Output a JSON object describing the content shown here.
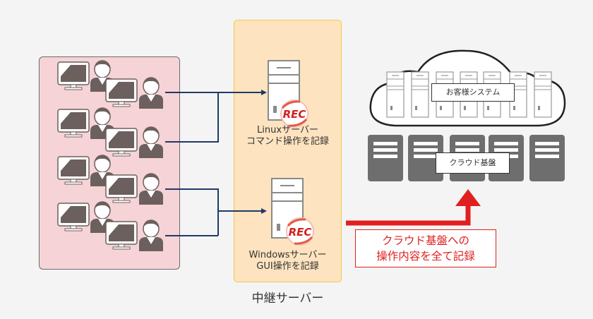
{
  "colors": {
    "client_panel_bg": "#f6d3d6",
    "relay_panel_bg": "#fde3bf",
    "relay_panel_border": "#f0c94a",
    "connector_line": "#1f3a66",
    "highlight_red": "#e02020",
    "icon_dark": "#6b605d",
    "cloud_server_dark": "#6e6e6e"
  },
  "clients": {
    "groups": 4,
    "icons_per_group": [
      "monitor-icon",
      "user-icon",
      "monitor-icon",
      "user-icon"
    ]
  },
  "relay": {
    "title": "中継サーバー",
    "servers": [
      {
        "name": "linux",
        "badge": "REC",
        "line1": "Linuxサーバー",
        "line2": "コマンド操作を記録"
      },
      {
        "name": "windows",
        "badge": "REC",
        "line1": "Windowsサーバー",
        "line2": "GUI操作を記録"
      }
    ]
  },
  "cloud": {
    "customer_system_label": "お客様システム",
    "customer_server_count": 7,
    "cloud_base_label": "クラウド基盤",
    "cloud_base_server_count": 5
  },
  "callout": {
    "line1": "クラウド基盤への",
    "line2": "操作内容を全て記録"
  }
}
